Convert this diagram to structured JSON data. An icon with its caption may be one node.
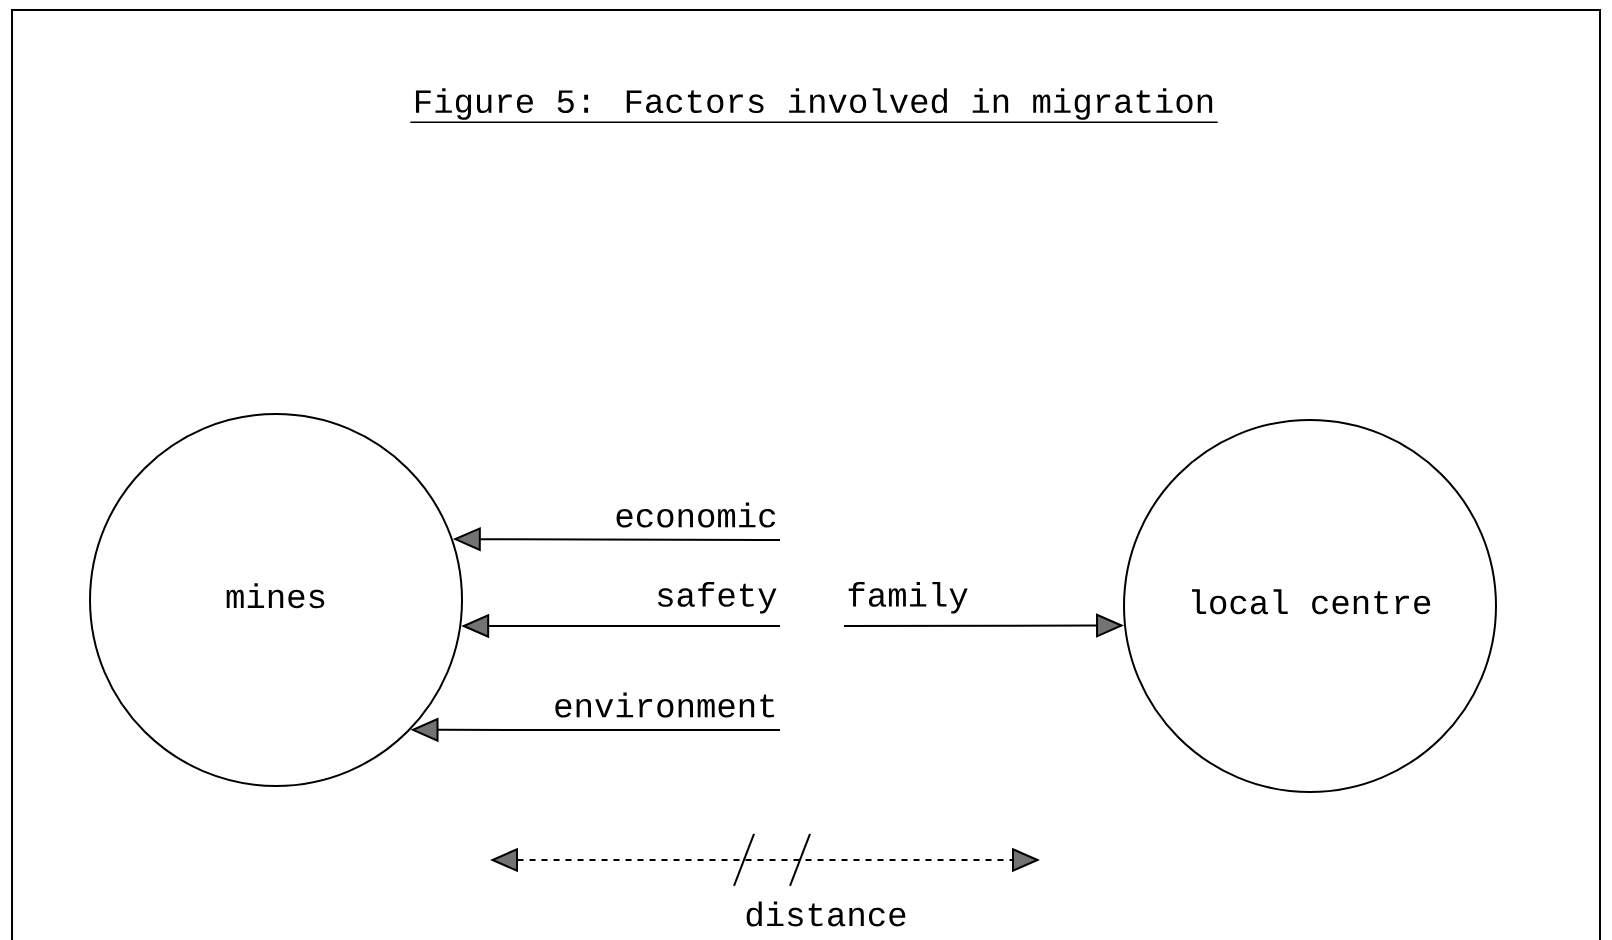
{
  "diagram": {
    "title": "Figure 5: Factors involved in migration",
    "nodes": [
      {
        "text": [
          "mines"
        ]
      },
      {
        "text": [
          "local centre"
        ]
      }
    ],
    "edges": [
      {
        "from": null,
        "to": 0,
        "arrow": "to",
        "label": "economic"
      },
      {
        "from": null,
        "to": 0,
        "arrow": "to",
        "label": "safety"
      },
      {
        "from": null,
        "to": 0,
        "arrow": "to",
        "label": "environment"
      },
      {
        "from": null,
        "to": 1,
        "arrow": "to",
        "label": "family"
      }
    ],
    "labels": [
      "distance"
    ]
  }
}
